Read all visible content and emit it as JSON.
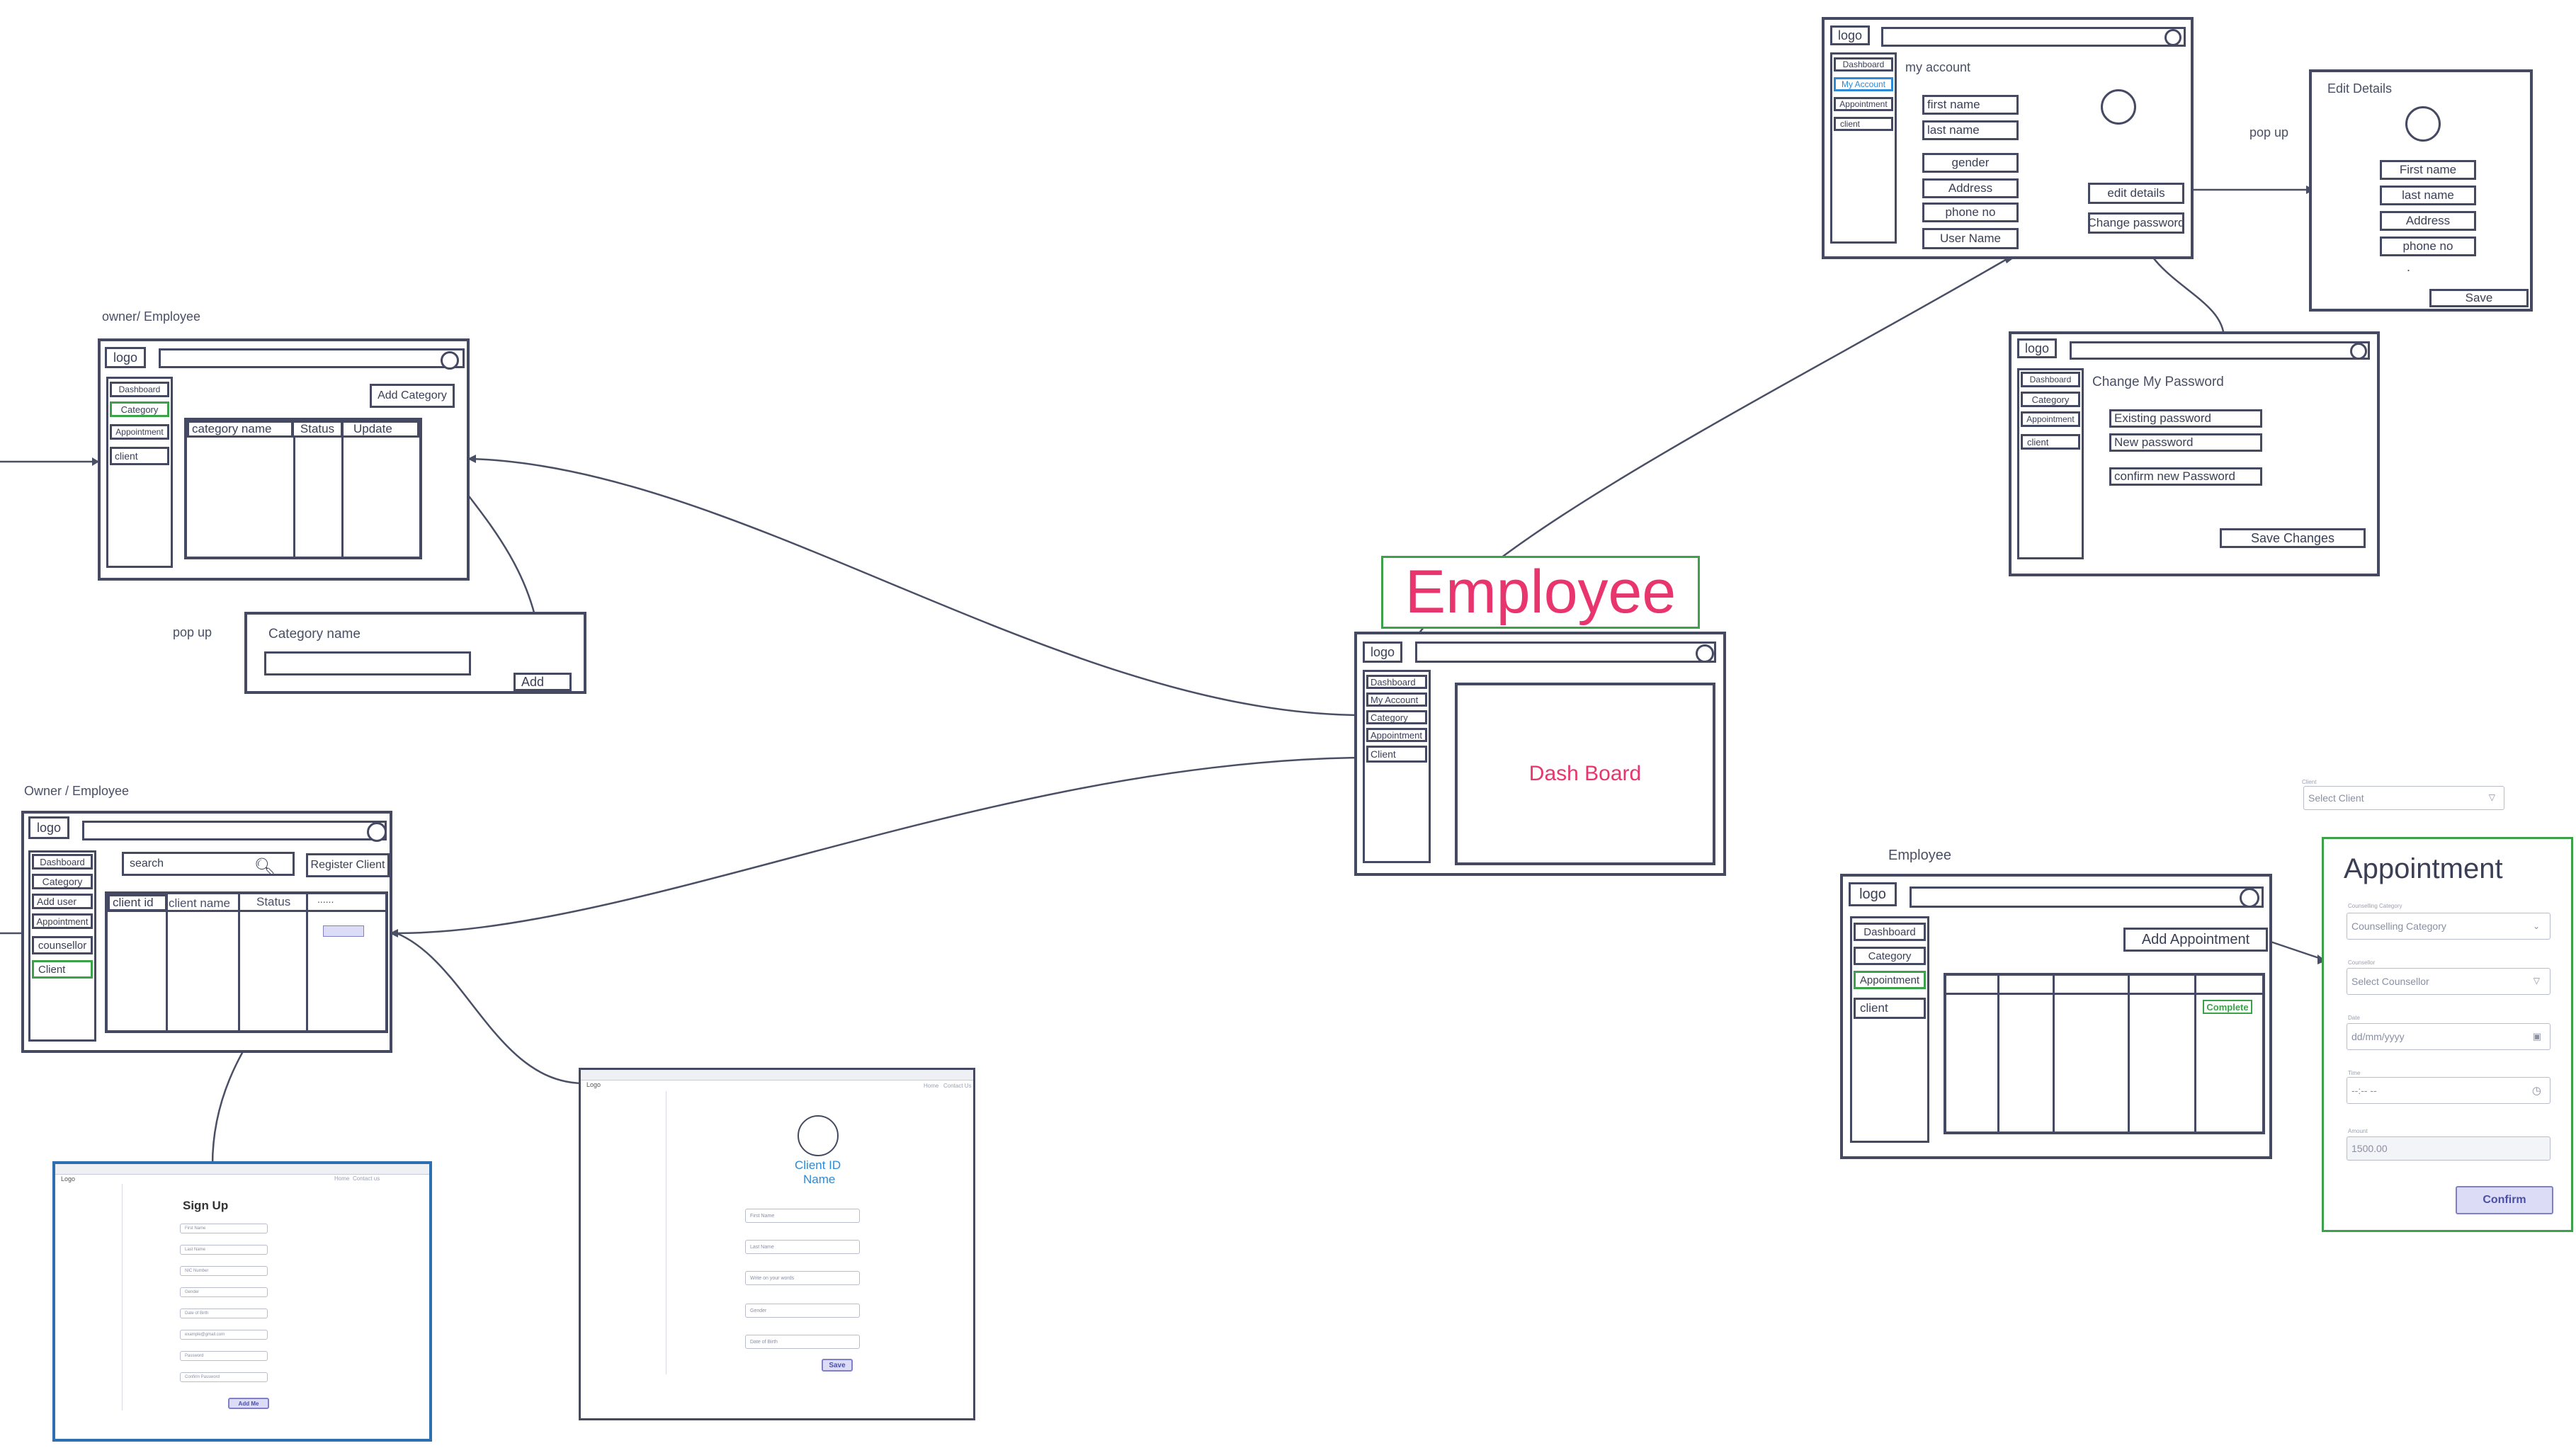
{
  "employee": {
    "title": "Employee",
    "logo": "logo",
    "nav": [
      "Dashboard",
      "My Account",
      "Category",
      "Appointment",
      "Client"
    ],
    "dashboard": "Dash Board"
  },
  "my_account": {
    "logo": "logo",
    "nav": [
      "Dashboard",
      "My Account",
      "Appointment",
      "client"
    ],
    "heading": "my account",
    "fields": [
      "first name",
      "last name",
      "gender",
      "Address",
      "phone no",
      "User Name"
    ],
    "edit_details": "edit details",
    "change_password": "Change password"
  },
  "edit_details": {
    "popup_label": "pop up",
    "heading": "Edit Details",
    "fields": [
      "First name",
      "last name",
      "Address",
      "phone no"
    ],
    "dot": ".",
    "save": "Save"
  },
  "change_password": {
    "logo": "logo",
    "nav": [
      "Dashboard",
      "Category",
      "Appointment",
      "client"
    ],
    "heading": "Change My Password",
    "fields": [
      "Existing password",
      "New password",
      "confirm new Password"
    ],
    "save": "Save Changes"
  },
  "category": {
    "caption": "owner/ Employee",
    "logo": "logo",
    "nav": [
      "Dashboard",
      "Category",
      "Appointment",
      "client"
    ],
    "add_button": "Add Category",
    "columns": [
      "category name",
      "Status",
      "Update"
    ]
  },
  "category_popup": {
    "popup_label": "pop up",
    "field_label": "Category name",
    "add": "Add"
  },
  "clients": {
    "caption": "Owner / Employee",
    "logo": "logo",
    "nav": [
      "Dashboard",
      "Category",
      "Add user",
      "Appointment",
      "counsellor",
      "Client"
    ],
    "search": "search",
    "register": "Register Client",
    "columns": [
      "client id",
      "client name",
      "Status",
      "......"
    ]
  },
  "signup": {
    "logo": "Logo",
    "nav": [
      "Home",
      "Contact us"
    ],
    "title": "Sign Up",
    "fields": [
      "First Name",
      "Last Name",
      "NIC Number",
      "Gender",
      "Date of Birth",
      "example@gmail.com",
      "Password",
      "Confirm Password"
    ],
    "button": "Add Me"
  },
  "client_profile": {
    "logo": "Logo",
    "nav": [
      "Home",
      "Contact Us"
    ],
    "id_label": "Client ID",
    "name_label": "Name",
    "fields": [
      "First Name",
      "Last Name",
      "Write on your words",
      "Gender",
      "Date of Birth"
    ],
    "save": "Save"
  },
  "appointments": {
    "caption": "Employee",
    "logo": "logo",
    "nav": [
      "Dashboard",
      "Category",
      "Appointment",
      "client"
    ],
    "add_button": "Add Appointment",
    "status": "Complete"
  },
  "appointment_form": {
    "client_label": "Client",
    "client_placeholder": "Select Client",
    "title": "Appointment",
    "category_label": "Counselling Category",
    "category_placeholder": "Counselling Category",
    "counsellor_label": "Counsellor",
    "counsellor_placeholder": "Select Counsellor",
    "date_label": "Date",
    "date_placeholder": "dd/mm/yyyy",
    "time_label": "Time",
    "time_placeholder": "--:-- --",
    "amount_label": "Amount",
    "amount_value": "1500.00",
    "confirm": "Confirm"
  }
}
